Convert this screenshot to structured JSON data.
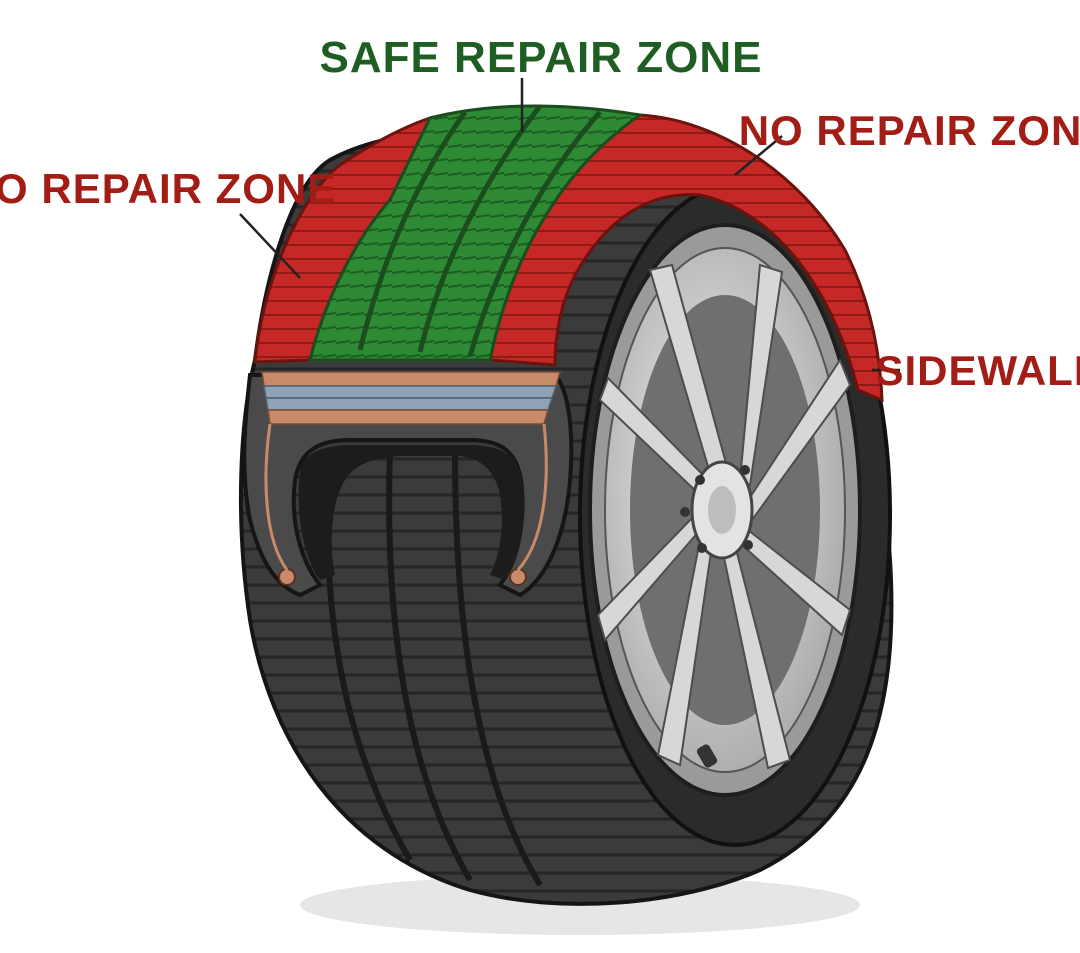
{
  "labels": {
    "safe_zone": "SAFE REPAIR ZONE",
    "no_repair_left": "NO REPAIR ZONE",
    "no_repair_right": "NO REPAIR ZONE",
    "sidewall": "SIDEWALL"
  },
  "colors": {
    "safe": "#2e7d32",
    "safe_text": "#1f5e22",
    "no_repair": "#b3261e",
    "no_repair_text": "#a31d17",
    "rubber": "#3a3a3a",
    "rubber_dark": "#1f1f1f",
    "rim": "#c9c9c9",
    "steel_belt": "#8fa3b8",
    "ply": "#c98a6a"
  },
  "icons": {
    "tire": "tire-cutaway-illustration",
    "wheel": "alloy-wheel"
  }
}
